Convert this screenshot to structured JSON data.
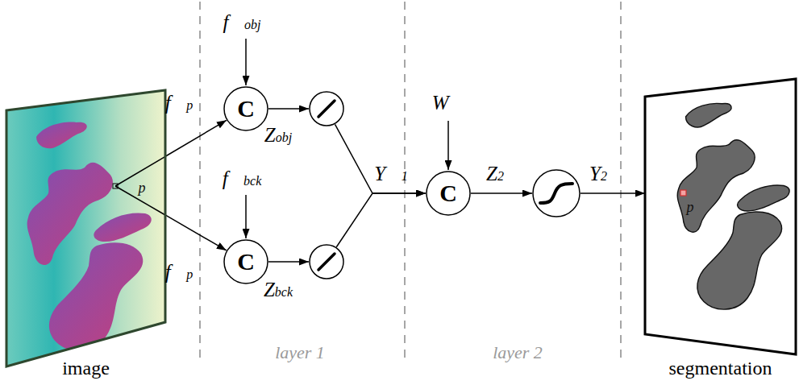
{
  "diagram": {
    "nodes": [
      {
        "text": [
          "image"
        ]
      },
      {
        "text": [
          "C"
        ]
      },
      {
        "text": []
      },
      {
        "text": [
          "C"
        ]
      },
      {
        "text": []
      },
      {
        "text": [
          "C"
        ]
      },
      {
        "text": []
      },
      {
        "text": [
          "segmentation"
        ]
      }
    ],
    "edges": [
      {
        "from": 0,
        "to": 1,
        "arrow": "to",
        "label": "f⃗p"
      },
      {
        "from": 0,
        "to": 3,
        "arrow": "to",
        "label": "f⃗p"
      },
      {
        "from": 1,
        "to": 2,
        "arrow": "to",
        "label": "Zobj"
      },
      {
        "from": 3,
        "to": 4,
        "arrow": "to",
        "label": "Zbck"
      },
      {
        "from": 2,
        "to": 5,
        "arrow": "to",
        "label": "Y⃗1"
      },
      {
        "from": 4,
        "to": 5,
        "arrow": "to"
      },
      {
        "from": 5,
        "to": 6,
        "arrow": "to",
        "label": "Z2"
      },
      {
        "from": 6,
        "to": 7,
        "arrow": "to",
        "label": "Y2"
      }
    ],
    "labels": [
      "f⃗obj",
      "f⃗bck",
      "W⃗",
      "layer 1",
      "layer 2",
      "p",
      "p"
    ]
  }
}
